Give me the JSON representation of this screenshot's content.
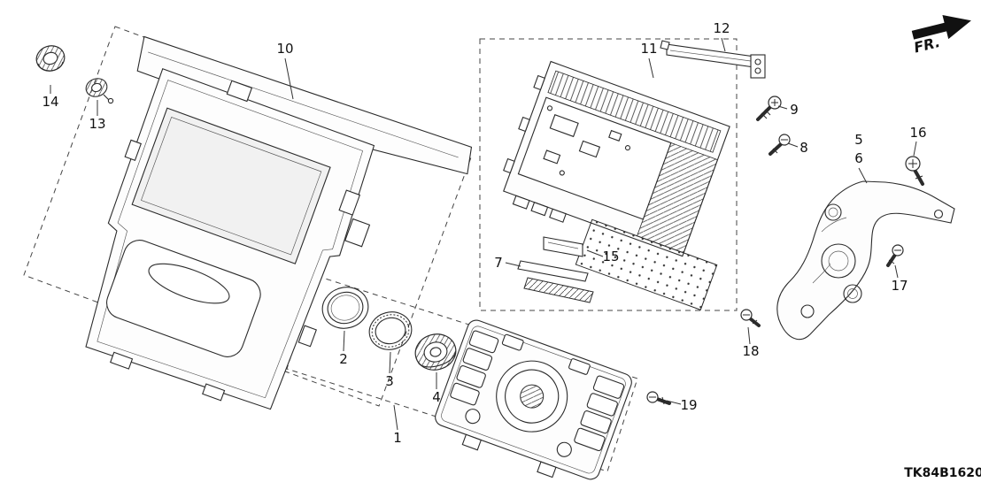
{
  "diagram": {
    "code": "TK84B1620",
    "direction_label": "FR.",
    "colors": {
      "line": "#2b2b2b",
      "background": "#ffffff"
    },
    "callouts": {
      "1": "1",
      "2": "2",
      "3": "3",
      "4": "4",
      "5": "5",
      "6": "6",
      "7": "7",
      "8": "8",
      "9": "9",
      "10": "10",
      "11": "11",
      "12": "12",
      "13": "13",
      "14": "14",
      "15": "15",
      "16": "16",
      "17": "17",
      "18": "18",
      "19": "19"
    },
    "parts": {
      "1": "control-panel-assembly",
      "2": "trim-ring",
      "3": "knurled-ring",
      "4": "knob",
      "5": "side-bracket",
      "6": "side-bracket",
      "7": "strip",
      "8": "screw",
      "9": "screw",
      "10": "center-trim-panel",
      "11": "audio-unit",
      "12": "upper-bracket",
      "13": "small-knob",
      "14": "cap-knob",
      "15": "small-bracket",
      "16": "screw",
      "17": "screw",
      "18": "screw",
      "19": "screw"
    }
  }
}
